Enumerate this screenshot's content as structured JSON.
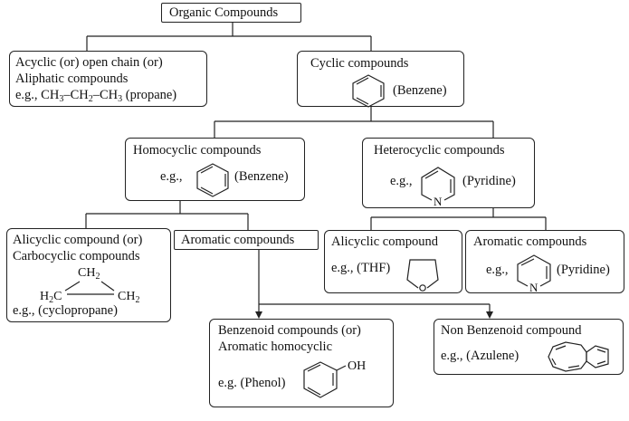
{
  "root": {
    "label": "Organic Compounds"
  },
  "acyclic": {
    "line1": "Acyclic (or) open chain (or)",
    "line2": "Aliphatic compounds",
    "example_prefix": "e.g., CH",
    "example_mid1": "–CH",
    "example_mid2": "–CH",
    "sub3": "3",
    "sub2": "2",
    "example_suffix": "(propane)"
  },
  "cyclic": {
    "title": "Cyclic compounds",
    "example": "(Benzene)"
  },
  "homocyclic": {
    "title": "Homocyclic compounds",
    "prefix": "e.g.,",
    "example": "(Benzene)"
  },
  "heterocyclic": {
    "title": "Heterocyclic compounds",
    "prefix": "e.g.,",
    "example": "(Pyridine)",
    "atom": "N"
  },
  "alicyclic_homo": {
    "line1": "Alicyclic compound (or)",
    "line2": "Carbocyclic compounds",
    "ch2_top": "CH",
    "h2c_left": "H",
    "h2c_left_c": "C",
    "ch2_right": "CH",
    "sub2": "2",
    "example": "e.g., (cyclopropane)"
  },
  "aromatic_homo": {
    "title": "Aromatic compounds"
  },
  "alicyclic_hetero": {
    "title": "Alicyclic compound",
    "prefix": "e.g., (THF)"
  },
  "aromatic_hetero": {
    "title": "Aromatic compounds",
    "prefix": "e.g.,",
    "example": "(Pyridine)",
    "atom": "N"
  },
  "benzenoid": {
    "line1": "Benzenoid compounds (or)",
    "line2": "Aromatic homocyclic",
    "example": "e.g. (Phenol)",
    "oh": "OH"
  },
  "non_benzenoid": {
    "title": "Non Benzenoid compound",
    "example": "e.g., (Azulene)"
  }
}
